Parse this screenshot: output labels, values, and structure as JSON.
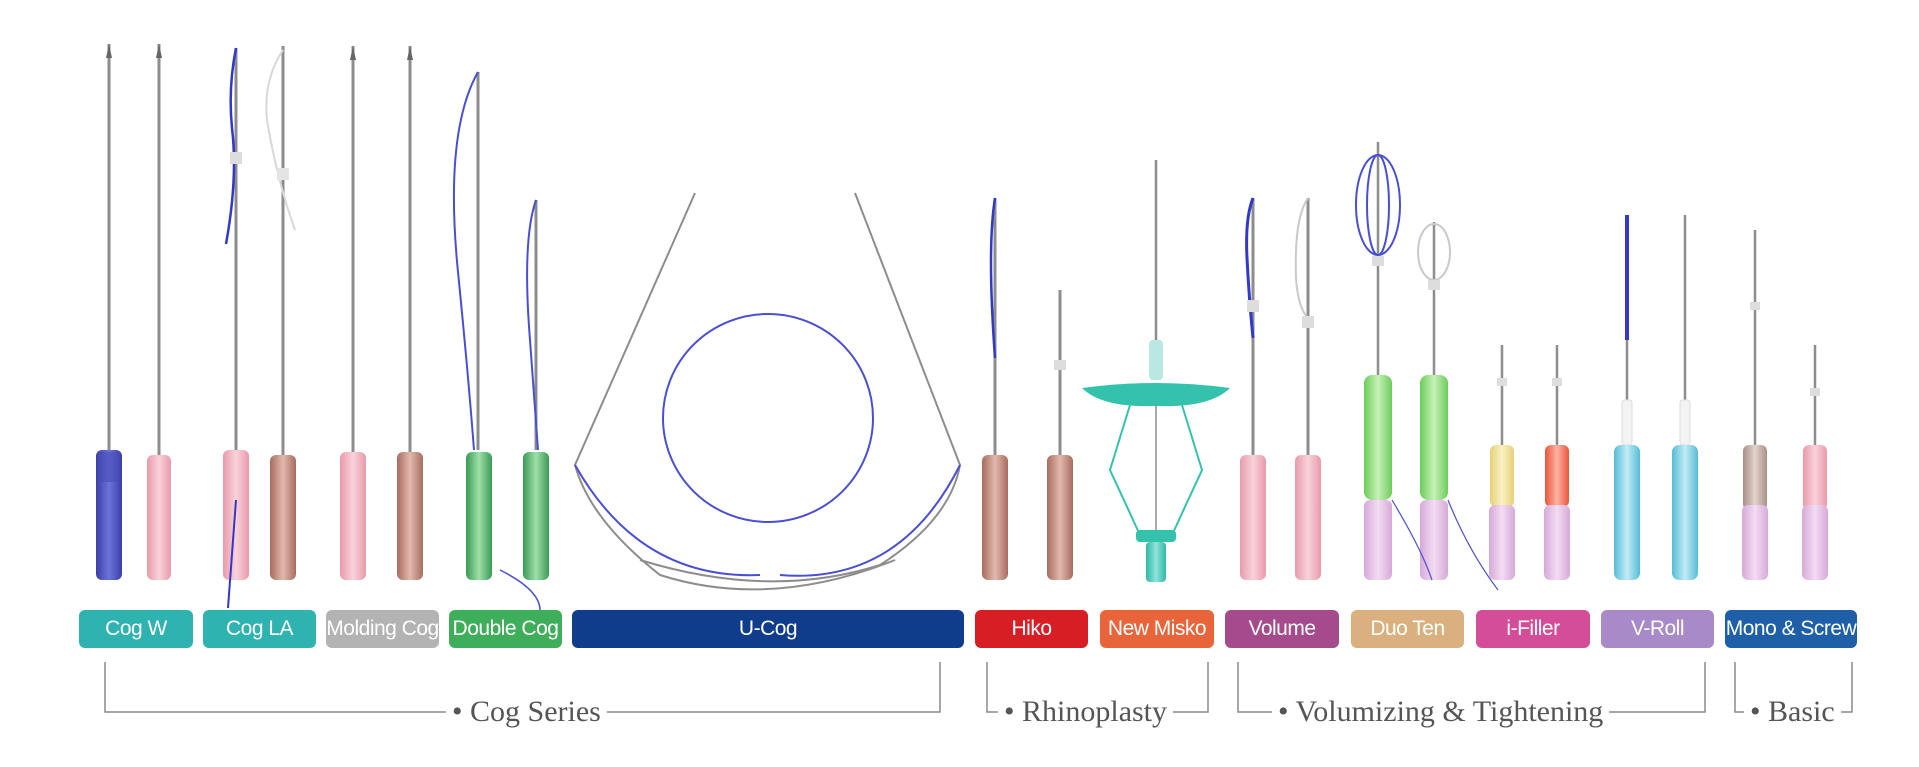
{
  "products": [
    {
      "name": "Cog W",
      "color": "#2fb3b0"
    },
    {
      "name": "Cog LA",
      "color": "#2fb3b0"
    },
    {
      "name": "Molding Cog",
      "color": "#b3b3b3"
    },
    {
      "name": "Double Cog",
      "color": "#3fae5a"
    },
    {
      "name": "U-Cog",
      "color": "#0f3d8c"
    },
    {
      "name": "Hiko",
      "color": "#d81e25"
    },
    {
      "name": "New Misko",
      "color": "#e8643a"
    },
    {
      "name": "Volume",
      "color": "#a64a8e"
    },
    {
      "name": "Duo Ten",
      "color": "#d9b07e"
    },
    {
      "name": "i-Filler",
      "color": "#d44d98"
    },
    {
      "name": "V-Roll",
      "color": "#a88ac8"
    },
    {
      "name": "Mono & Screw",
      "color": "#1f5fa8"
    }
  ],
  "groups": [
    {
      "name": "Cog Series"
    },
    {
      "name": "Rhinoplasty"
    },
    {
      "name": "Volumizing & Tightening"
    },
    {
      "name": "Basic"
    }
  ]
}
